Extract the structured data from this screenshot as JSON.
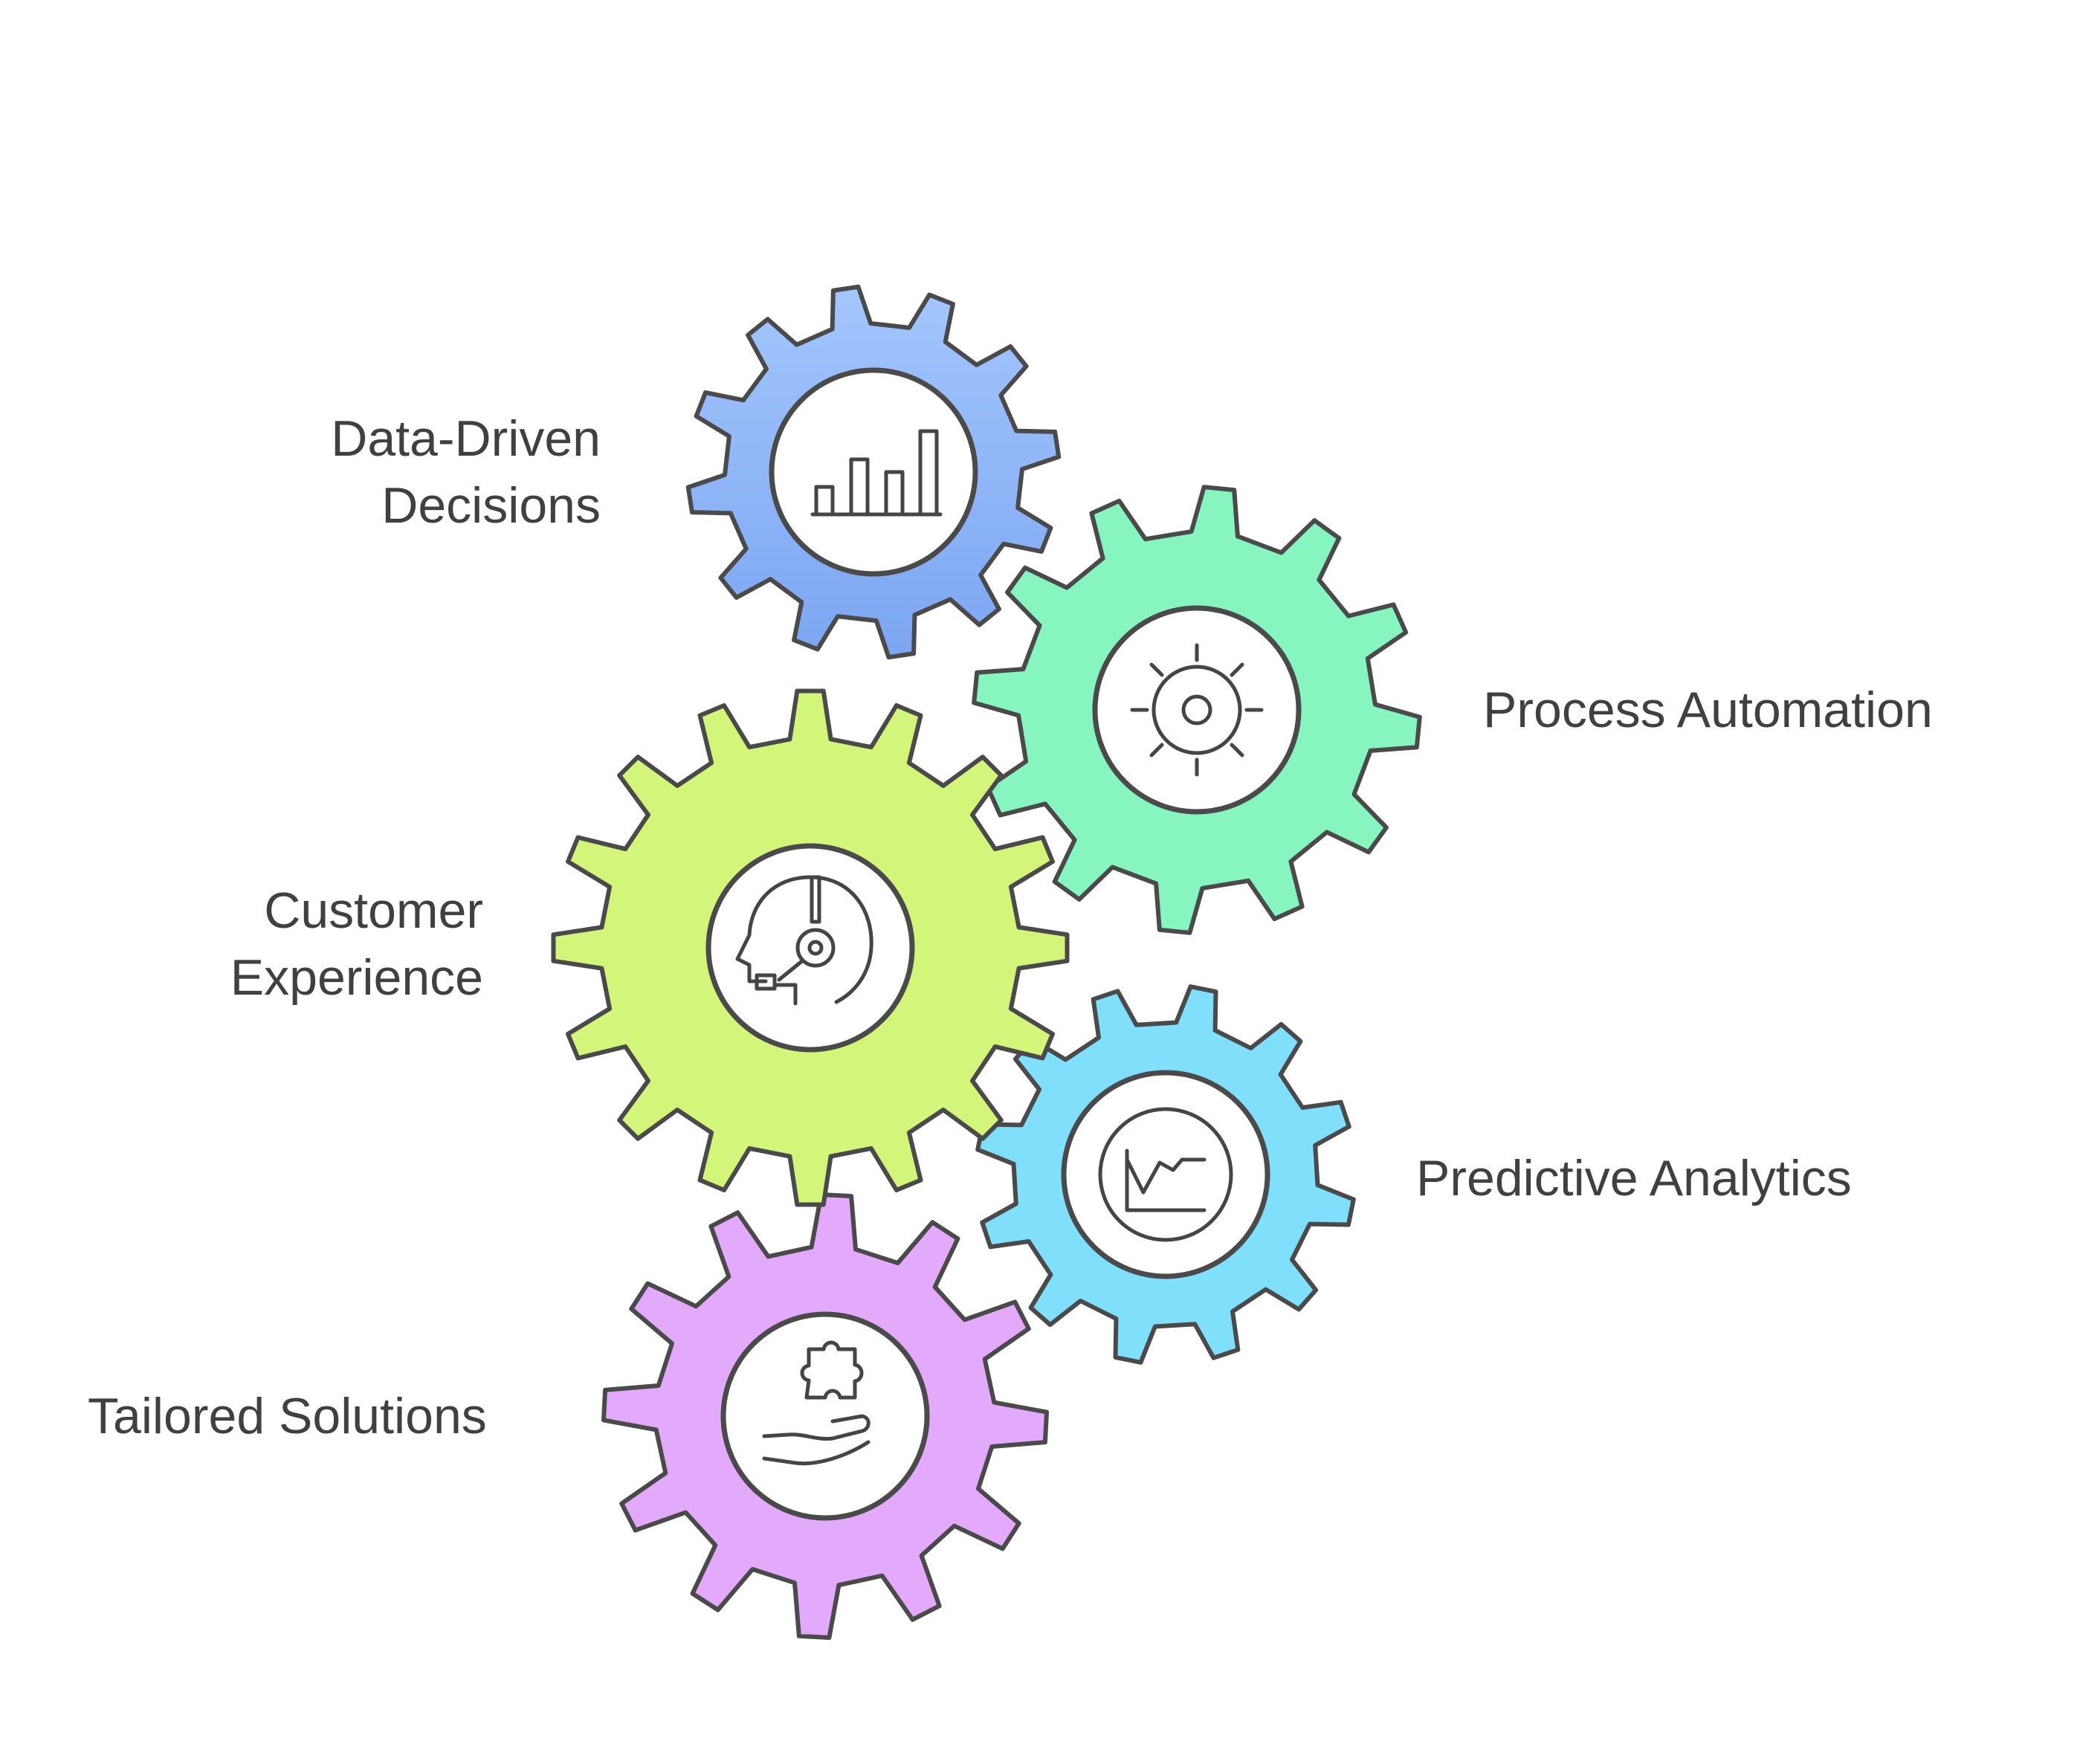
{
  "diagram": {
    "items": [
      {
        "id": "data-driven",
        "label_line1": "Data-Driven",
        "label_line2": "Decisions",
        "icon": "bar-chart-icon",
        "color": "#9cc1fb",
        "color_dark": "#7fa7f2"
      },
      {
        "id": "process-automation",
        "label": "Process Automation",
        "icon": "gear-sun-icon",
        "color": "#86f5c0"
      },
      {
        "id": "customer-experience",
        "label_line1": "Customer",
        "label_line2": "Experience",
        "icon": "headset-person-icon",
        "color": "#d3f57a"
      },
      {
        "id": "predictive-analytics",
        "label": "Predictive Analytics",
        "icon": "trend-graph-icon",
        "color": "#80dffb"
      },
      {
        "id": "tailored-solutions",
        "label": "Tailored Solutions",
        "icon": "hand-puzzle-icon",
        "color": "#e3aafb"
      }
    ]
  }
}
